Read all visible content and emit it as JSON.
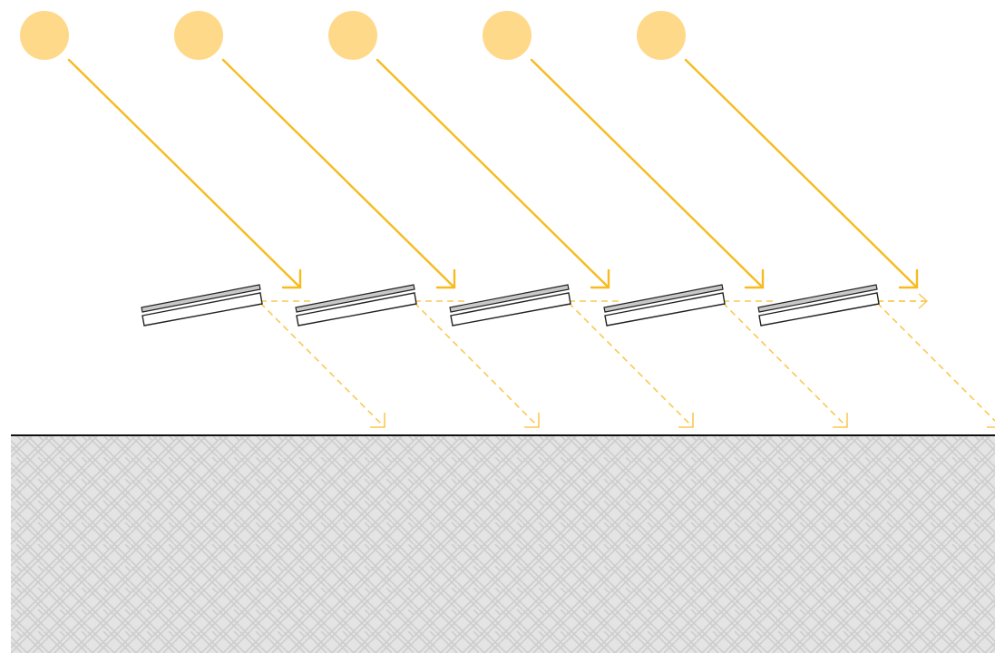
{
  "diagram": {
    "suns": [
      {
        "id": "sun-1"
      },
      {
        "id": "sun-2"
      },
      {
        "id": "sun-3"
      },
      {
        "id": "sun-4"
      },
      {
        "id": "sun-5"
      }
    ],
    "panels": [
      {
        "id": "panel-1"
      },
      {
        "id": "panel-2"
      },
      {
        "id": "panel-3"
      },
      {
        "id": "panel-4"
      },
      {
        "id": "panel-5"
      }
    ],
    "colors": {
      "sun_fill": "#ffd98a",
      "sun_ray": "#f7bb1e",
      "reflected_ray": "#fbc853",
      "panel_top_fill": "#c8c8c8",
      "panel_stroke": "#222222",
      "ground_fill": "#e4e4e4",
      "ground_pattern": "#cfcfcf",
      "ground_line": "#111111",
      "background": "#ffffff"
    }
  }
}
